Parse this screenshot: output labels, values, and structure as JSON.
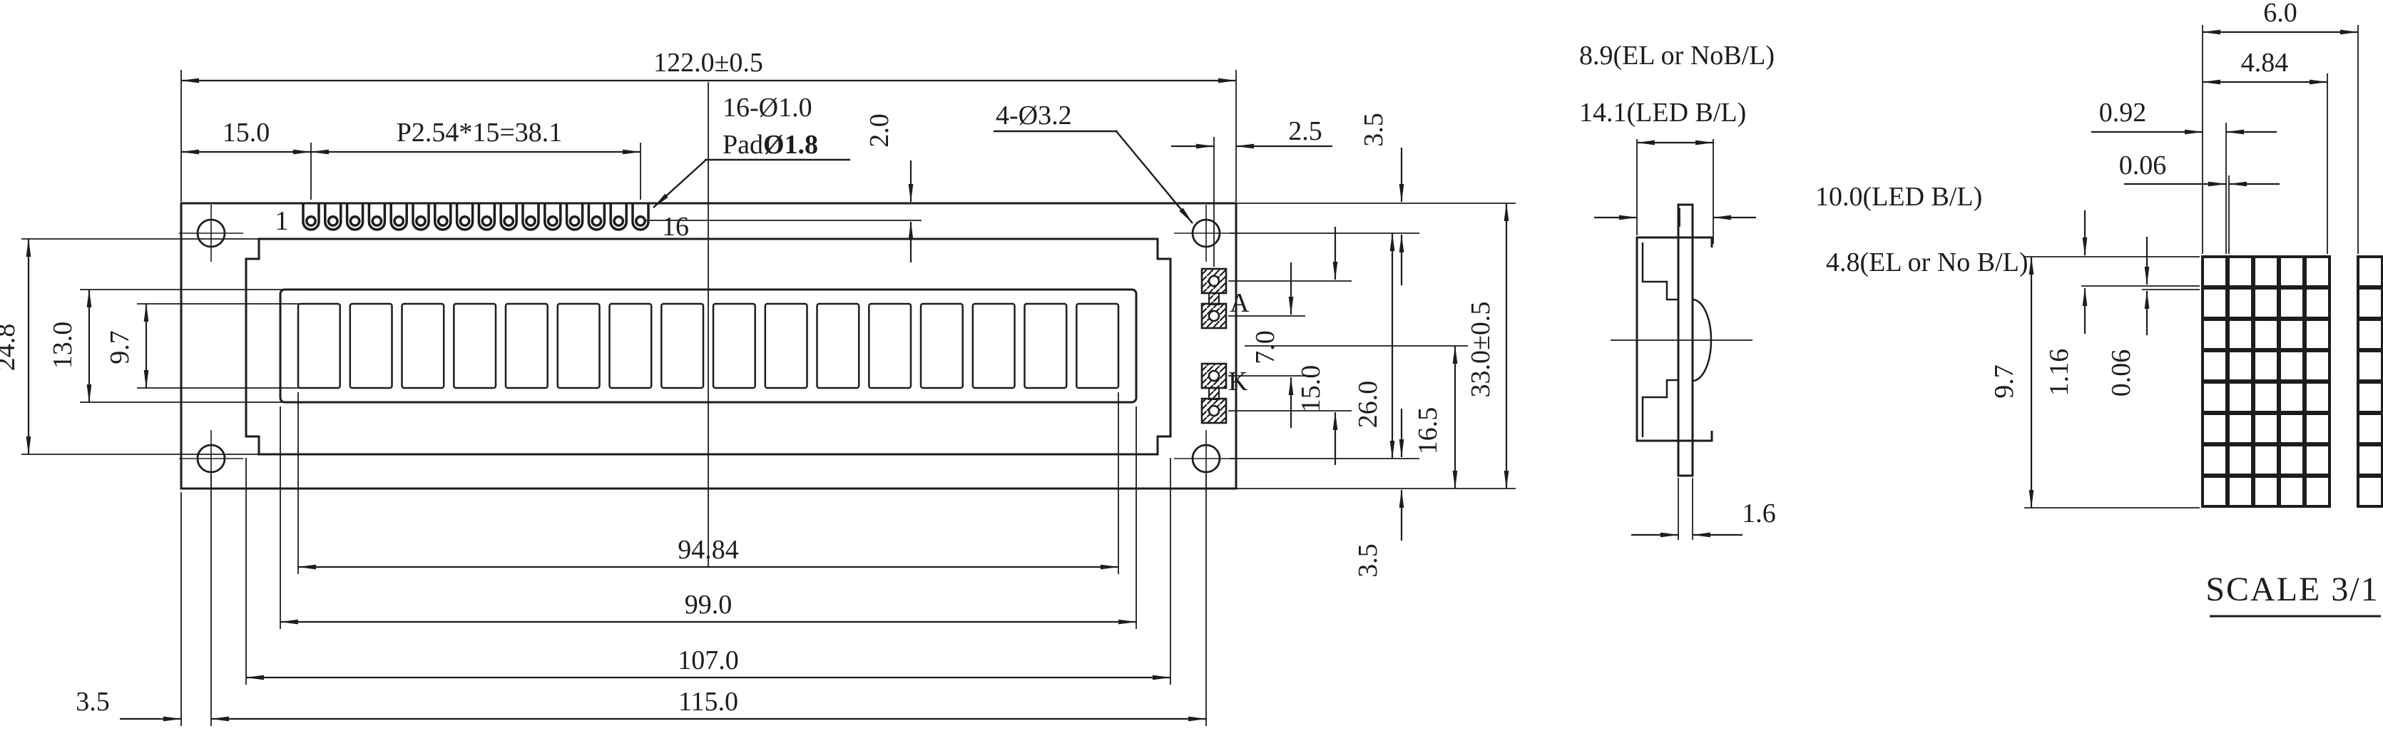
{
  "front": {
    "pins": {
      "count": 16,
      "first_label": "1",
      "last_label": "16",
      "hole_note": "16-Ø1.0",
      "pad_note_prefix": "Pad",
      "pad_note_size": "Ø1.8",
      "pitch_note": "P2.54*15=38.1",
      "offset_from_left": "15.0",
      "offset_from_top": "2.0"
    },
    "backlight_pads": {
      "anode": "A",
      "cathode": "K",
      "inner_spacing": "7.0",
      "outer_spacing": "15.0",
      "edge_offset": "2.5"
    },
    "mount_holes": {
      "note": "4-Ø3.2",
      "h_spacing": "115.0",
      "v_spacing": "26.0",
      "top_offset": "3.5",
      "bottom_offset": "3.5",
      "left_offset": "3.5"
    },
    "dims": {
      "total_width": "122.0±0.5",
      "total_height": "33.0±0.5",
      "bezel_width": "107.0",
      "bezel_height": "24.8",
      "window_width": "99.0",
      "window_height": "13.0",
      "char_area_width": "94.84",
      "char_row_height": "9.7",
      "center_to_bottom": "16.5"
    },
    "chars": {
      "count": 16
    }
  },
  "side": {
    "dims": {
      "thickness_el": "8.9(EL or NoB/L)",
      "thickness_led": "14.1(LED B/L)",
      "depth_led": "10.0(LED B/L)",
      "depth_el": "4.8(EL or No B/L)",
      "pcb_thickness": "1.6"
    }
  },
  "detail": {
    "matrix": {
      "cols": 5,
      "rows": 8,
      "extra_cols": 1
    },
    "dims": {
      "char_pitch": "6.0",
      "char_width": "4.84",
      "dot_width": "0.92",
      "dot_h_gap": "0.06",
      "char_height": "9.7",
      "dot_height": "1.16",
      "dot_v_gap": "0.06"
    },
    "scale_label": "SCALE 3/1"
  }
}
